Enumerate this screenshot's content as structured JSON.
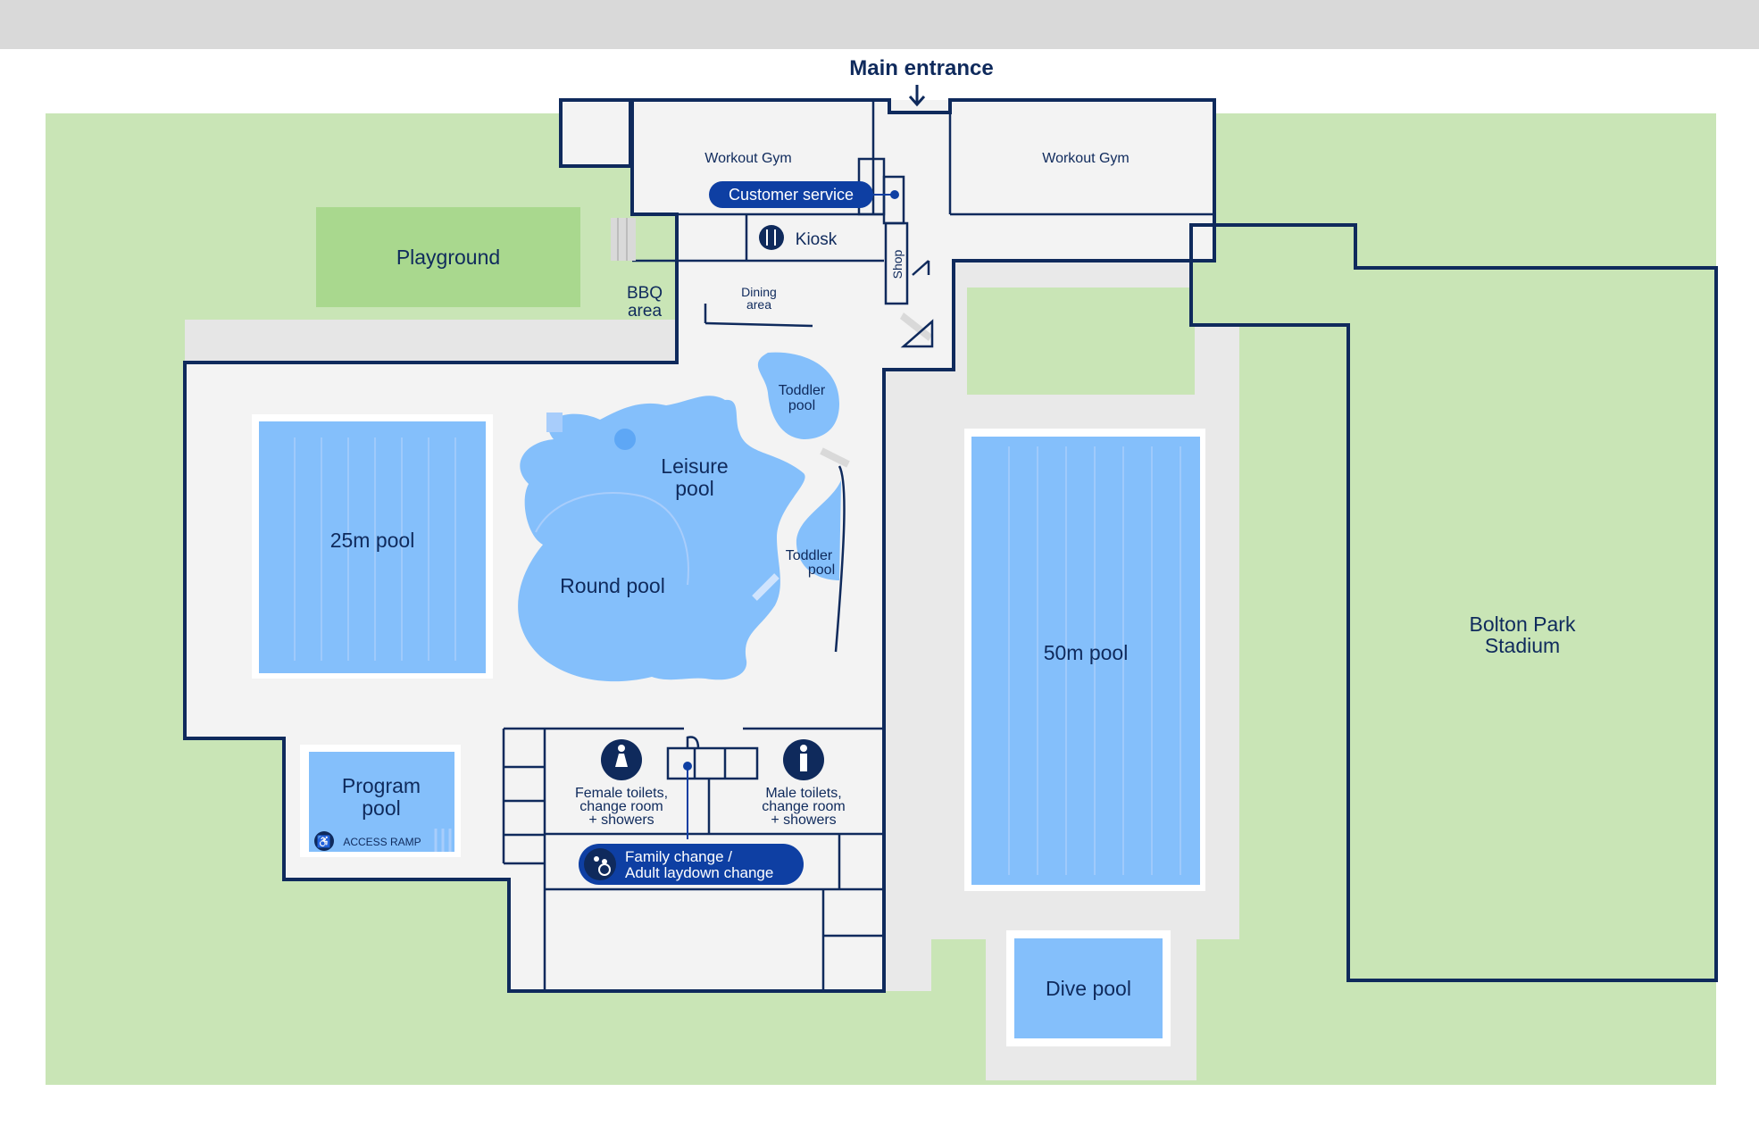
{
  "map": {
    "entrance": "Main entrance",
    "areas": {
      "workout_gym_left": "Workout Gym",
      "workout_gym_right": "Workout Gym",
      "customer_service": "Customer service",
      "kiosk": "Kiosk",
      "shop": "Shop",
      "playground": "Playground",
      "bbq_line1": "BBQ",
      "bbq_line2": "area",
      "dining_line1": "Dining",
      "dining_line2": "area",
      "toddler_pool_top_line1": "Toddler",
      "toddler_pool_top_line2": "pool",
      "toddler_pool_right_line1": "Toddler",
      "toddler_pool_right_line2": "pool",
      "leisure_pool_line1": "Leisure",
      "leisure_pool_line2": "pool",
      "round_pool": "Round pool",
      "pool_25m": "25m pool",
      "pool_50m": "50m pool",
      "program_pool_line1": "Program",
      "program_pool_line2": "pool",
      "access_ramp": "ACCESS RAMP",
      "female_line1": "Female toilets,",
      "female_line2": "change room",
      "female_line3": "+ showers",
      "male_line1": "Male toilets,",
      "male_line2": "change room",
      "male_line3": "+ showers",
      "family_line1": "Family change /",
      "family_line2": "Adult laydown change",
      "dive_pool": "Dive pool",
      "stadium_line1": "Bolton Park",
      "stadium_line2": "Stadium"
    },
    "icons": [
      "down-arrow-icon",
      "cutlery-icon",
      "female-icon",
      "male-icon",
      "wheelchair-icon",
      "family-change-icon",
      "info-point-icon"
    ],
    "colors": {
      "header_bar": "#d9d9d9",
      "grass": "#c9e5b6",
      "grass_dark": "#a9d88e",
      "floor": "#f3f3f3",
      "floor_grey": "#e9e9e9",
      "pool": "#84bffb",
      "pool_lane": "#a8cdfb",
      "wall": "#0f2a5c",
      "pill": "#0e3fa3",
      "pill_dark": "#0f2a5c"
    }
  }
}
